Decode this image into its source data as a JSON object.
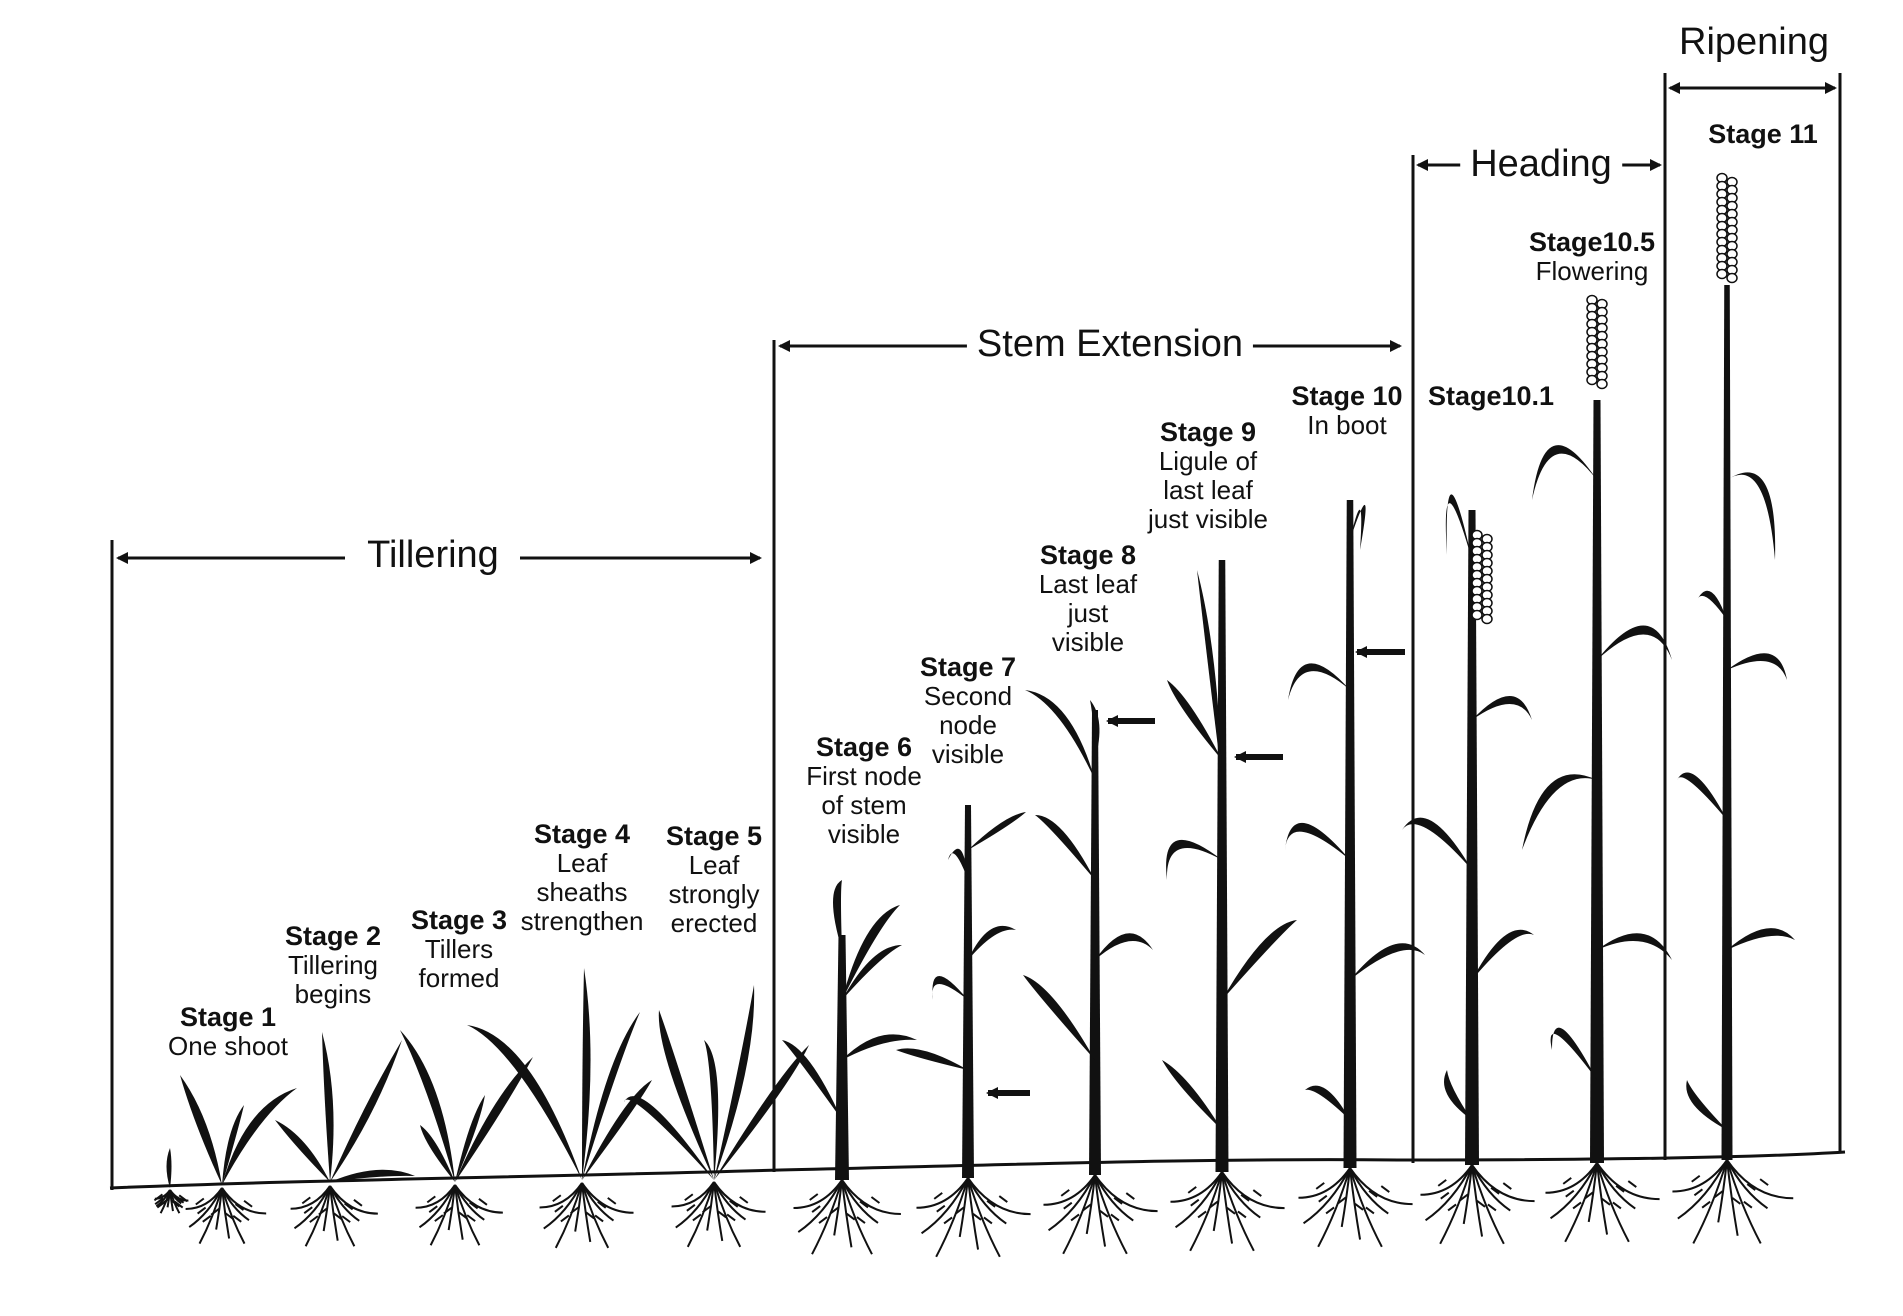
{
  "phases": [
    {
      "id": "tillering",
      "label": "Tillering"
    },
    {
      "id": "stem-extension",
      "label": "Stem Extension"
    },
    {
      "id": "heading",
      "label": "Heading"
    },
    {
      "id": "ripening",
      "label": "Ripening"
    }
  ],
  "stages": [
    {
      "id": "stage-1",
      "title": "Stage 1",
      "desc": [
        "One shoot"
      ]
    },
    {
      "id": "stage-2",
      "title": "Stage 2",
      "desc": [
        "Tillering",
        "begins"
      ]
    },
    {
      "id": "stage-3",
      "title": "Stage 3",
      "desc": [
        "Tillers",
        "formed"
      ]
    },
    {
      "id": "stage-4",
      "title": "Stage 4",
      "desc": [
        "Leaf",
        "sheaths",
        "strengthen"
      ]
    },
    {
      "id": "stage-5",
      "title": "Stage 5",
      "desc": [
        "Leaf",
        "strongly",
        "erected"
      ]
    },
    {
      "id": "stage-6",
      "title": "Stage 6",
      "desc": [
        "First node",
        "of stem",
        "visible"
      ]
    },
    {
      "id": "stage-7",
      "title": "Stage 7",
      "desc": [
        "Second",
        "node",
        "visible"
      ]
    },
    {
      "id": "stage-8",
      "title": "Stage 8",
      "desc": [
        "Last leaf",
        "just",
        "visible"
      ]
    },
    {
      "id": "stage-9",
      "title": "Stage 9",
      "desc": [
        "Ligule of",
        "last leaf",
        "just visible"
      ]
    },
    {
      "id": "stage-10",
      "title": "Stage 10",
      "desc": [
        "In boot"
      ]
    },
    {
      "id": "stage-10-1",
      "title": "Stage10.1",
      "desc": []
    },
    {
      "id": "stage-10-5",
      "title": "Stage10.5",
      "desc": [
        "Flowering"
      ]
    },
    {
      "id": "stage-11",
      "title": "Stage 11",
      "desc": []
    }
  ]
}
